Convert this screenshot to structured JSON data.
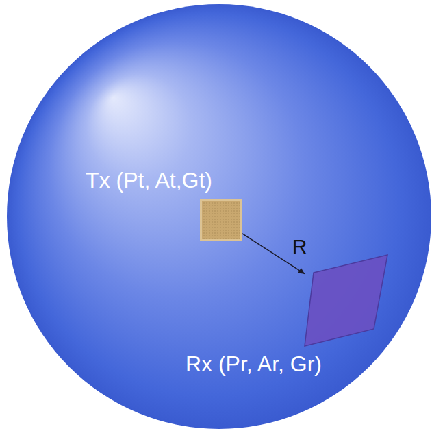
{
  "diagram": {
    "nodes": [
      {
        "text": [
          "Tx (Pt, At,Gt)"
        ]
      },
      {
        "text": [
          "Rx (Pr, Ar, Gr)"
        ]
      }
    ],
    "edges": [
      {
        "from": 0,
        "to": 1,
        "arrow": "to",
        "label": "R"
      }
    ]
  }
}
